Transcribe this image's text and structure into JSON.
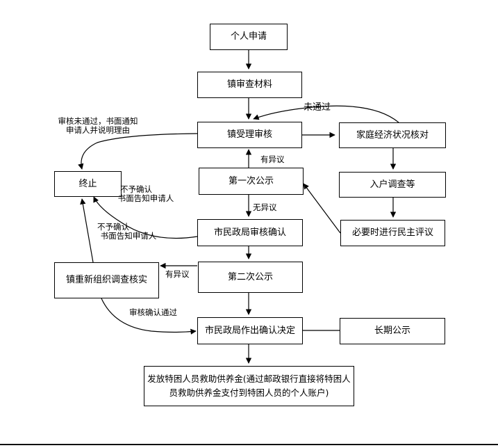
{
  "nodes": {
    "apply": "个人申请",
    "town_review": "镇审查材料",
    "town_accept": "镇受理审核",
    "terminate": "终止",
    "family_check": "家庭经济状况核对",
    "first_notice": "第一次公示",
    "home_survey": "入户调查等",
    "civil_eval": "必要时进行民主评议",
    "city_confirm": "市民政局审核确认",
    "town_reinvestigate": "镇重新组织调查核实",
    "second_notice": "第二次公示",
    "city_decision": "市民政局作出确认决定",
    "long_notice": "长期公示",
    "payment": "发放特困人员救助供养金(通过邮政银行直接将特困人员救助供养金支付到特困人员的个人账户)"
  },
  "labels": {
    "not_passed": "未通过",
    "review_fail_line1": "审核未通过，书面通知",
    "review_fail_line2": "申请人并说明理由",
    "objection_1": "有异议",
    "no_objection": "无异议",
    "not_confirm_a_line1": "不予确认",
    "not_confirm_a_line2": "书面告知申请人",
    "not_confirm_b_line1": "不予确认",
    "not_confirm_b_line2": "书面告知申请人",
    "objection_2": "有异议",
    "review_passed": "审核确认通过"
  }
}
